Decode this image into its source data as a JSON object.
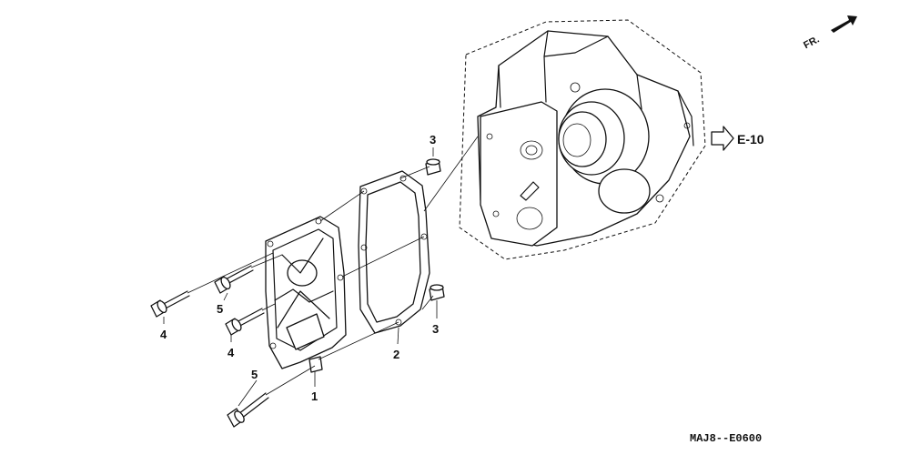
{
  "direction_indicator": {
    "label": "FR."
  },
  "reference": {
    "label": "E-10"
  },
  "diagram_code": "MAJ8--E0600",
  "callouts": [
    {
      "id": "1",
      "text": "1"
    },
    {
      "id": "2",
      "text": "2"
    },
    {
      "id": "3a",
      "text": "3"
    },
    {
      "id": "3b",
      "text": "3"
    },
    {
      "id": "4a",
      "text": "4"
    },
    {
      "id": "4b",
      "text": "4"
    },
    {
      "id": "5a",
      "text": "5"
    },
    {
      "id": "5b",
      "text": "5"
    }
  ]
}
